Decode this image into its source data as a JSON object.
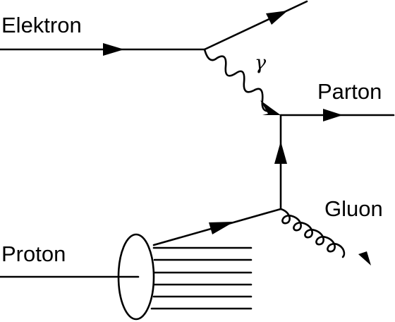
{
  "labels": {
    "electron": "Elektron",
    "photon": "γ",
    "parton": "Parton",
    "gluon": "Gluon",
    "proton": "Proton"
  },
  "colors": {
    "line": "#000000",
    "background": "#ffffff"
  }
}
